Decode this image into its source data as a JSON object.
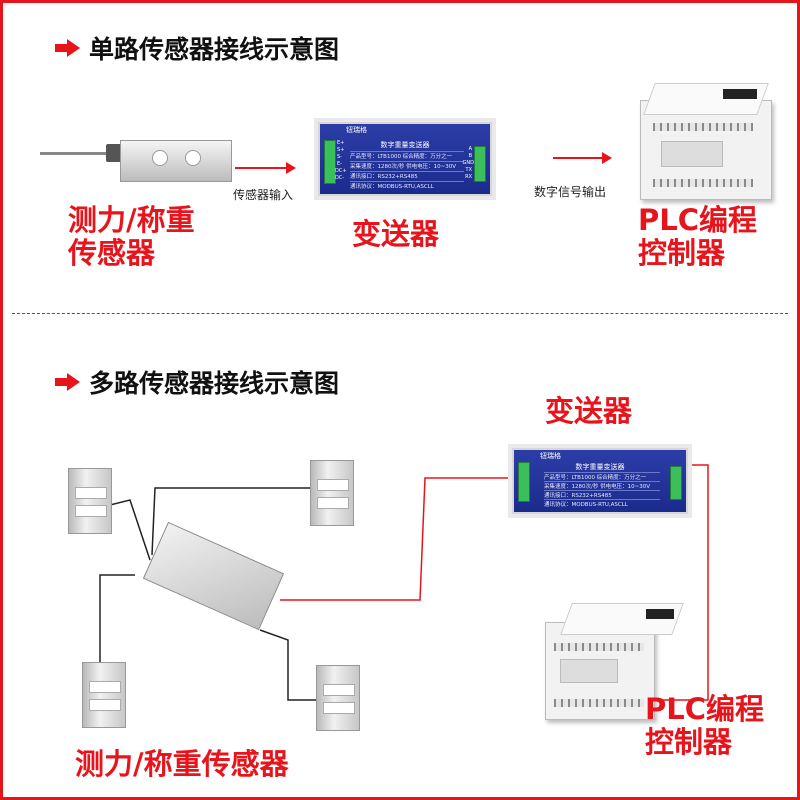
{
  "section1": {
    "title": "单路传感器接线示意图",
    "label_sensor_input": "传感器输入",
    "label_digital_output": "数字信号输出",
    "sensor_label_line1": "测力/称重",
    "sensor_label_line2": "传感器",
    "transmitter_label": "变送器",
    "plc_label_line1": "PLC编程",
    "plc_label_line2": "控制器"
  },
  "section2": {
    "title": "多路传感器接线示意图",
    "transmitter_label": "变送器",
    "plc_label_line1": "PLC编程",
    "plc_label_line2": "控制器",
    "sensor_label": "测力/称重传感器"
  },
  "transmitter": {
    "brand": "钮瑞格",
    "title": "数字重量变送器",
    "rows": [
      "产品型号：LTB1000    综合精度：万分之一",
      "采集速度：1280次/秒   供电电压：10~30V",
      "通讯接口：RS232+RS485",
      "通讯协议：MODBUS-RTU,ASCLL"
    ],
    "left_terminals": [
      "E+",
      "S+",
      "S-",
      "E-",
      "DC+",
      "DC-"
    ],
    "right_terminals": [
      "A",
      "B",
      "GND",
      "TX",
      "RX"
    ]
  },
  "colors": {
    "accent": "#e8141c",
    "transmitter": "#1f2f94",
    "terminal": "#3bbf5b"
  }
}
